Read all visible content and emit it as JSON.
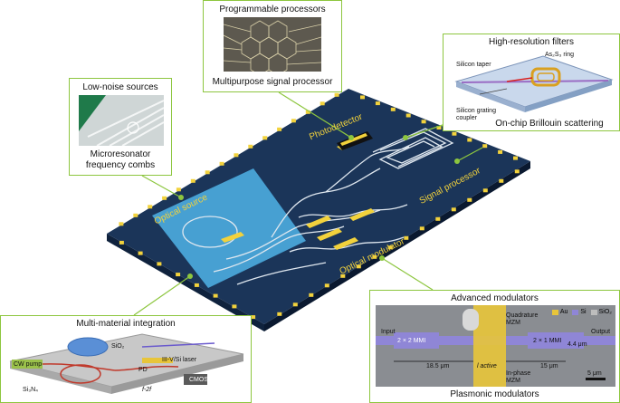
{
  "chip": {
    "labels": {
      "photodetector": "Photodetector",
      "signal_processor": "Signal processor",
      "optical_source": "Optical source",
      "optical_modulator": "Optical modulator"
    }
  },
  "panels": {
    "programmable": {
      "title": "Programmable processors",
      "caption": "Multipurpose signal processor"
    },
    "filters": {
      "title": "High-resolution filters",
      "caption": "On-chip Brillouin scattering",
      "ring_label": "As₂S₃ ring",
      "taper_label": "Silicon taper",
      "coupler_label": "Silicon grating coupler"
    },
    "sources": {
      "title": "Low-noise sources",
      "caption": "Microresonator frequency combs"
    },
    "integration": {
      "title": "Multi-material integration",
      "cw_pump": "CW pump",
      "sio2": "SiO₂",
      "laser": "III-V/Si laser",
      "pd": "PD",
      "cmos": "CMOS",
      "si3n4": "Si₃N₄",
      "f2f": "f-2f"
    },
    "modulators": {
      "title": "Advanced modulators",
      "caption": "Plasmonic modulators",
      "input": "Input",
      "output": "Output",
      "mmi_in": "2 × 2 MMI",
      "mmi_out": "2 × 1 MMI",
      "quadrature": "Quadrature MZM",
      "inphase": "In-phase MZM",
      "dim_left": "18.5 μm",
      "dim_active": "l active",
      "dim_right": "15 μm",
      "dim_width": "4.4 μm",
      "scale": "5 μm",
      "legend": [
        "Au",
        "Si",
        "SiO₂"
      ]
    }
  },
  "colors": {
    "chip": "#1b3559",
    "pad": "#f2d23c",
    "highlight": "#4fb3e8",
    "frame": "#8dc63f",
    "gold": "#e8c53a",
    "purple": "#8f86d6"
  }
}
